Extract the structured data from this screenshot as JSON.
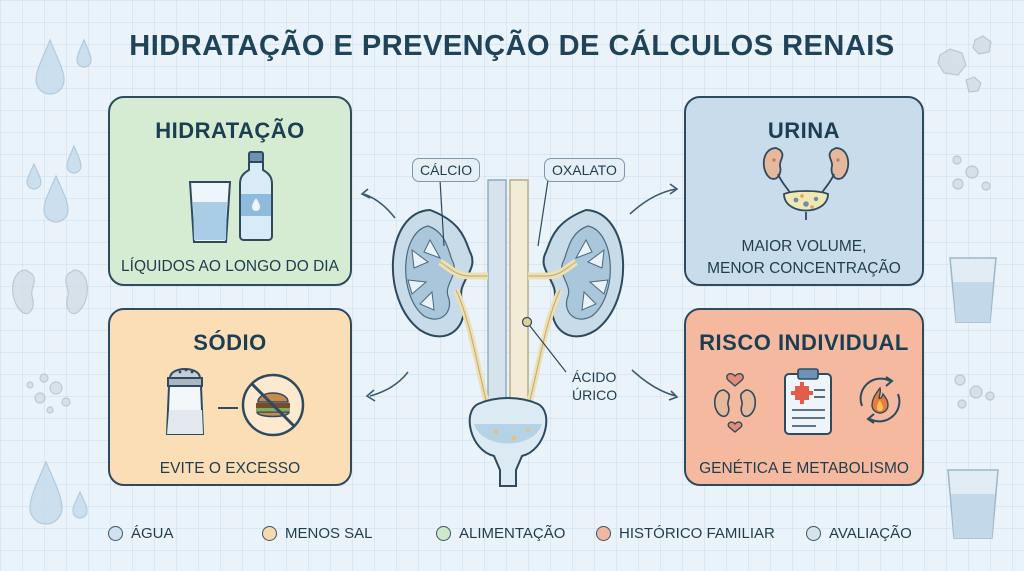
{
  "title": "HIDRATAÇÃO E PREVENÇÃO DE CÁLCULOS RENAIS",
  "cards": {
    "hydration": {
      "title": "HIDRATAÇÃO",
      "text": "LÍQUIDOS AO LONGO DO DIA",
      "color": "#d5ebd2",
      "icons": [
        "water-glass-icon",
        "water-bottle-icon"
      ]
    },
    "sodium": {
      "title": "SÓDIO",
      "text": "EVITE O EXCESSO",
      "color": "#fbdeb6",
      "icons": [
        "salt-shaker-icon",
        "no-burger-icon"
      ]
    },
    "urine": {
      "title": "URINA",
      "text_line1": "MAIOR VOLUME,",
      "text_line2": "MENOR CONCENTRAÇÃO",
      "color": "#c9dcec",
      "icons": [
        "urinary-system-icon"
      ]
    },
    "risk": {
      "title": "RISCO INDIVIDUAL",
      "text": "GENÉTICA E METABOLISMO",
      "color": "#f5b9a0",
      "icons": [
        "kidneys-heart-icon",
        "clipboard-icon",
        "metabolism-flame-icon"
      ]
    }
  },
  "center_labels": {
    "calcium": "CÁLCIO",
    "oxalate": "OXALATO",
    "uric_acid_line1": "ÁCIDO",
    "uric_acid_line2": "ÚRICO"
  },
  "legend": [
    {
      "label": "ÁGUA",
      "color": "#cfe2ef"
    },
    {
      "label": "MENOS SAL",
      "color": "#f7d9ae"
    },
    {
      "label": "ALIMENTAÇÃO",
      "color": "#cfe7cb"
    },
    {
      "label": "HISTÓRICO FAMILIAR",
      "color": "#f2b7a2"
    },
    {
      "label": "AVALIAÇÃO",
      "color": "#d6e2ec"
    }
  ]
}
